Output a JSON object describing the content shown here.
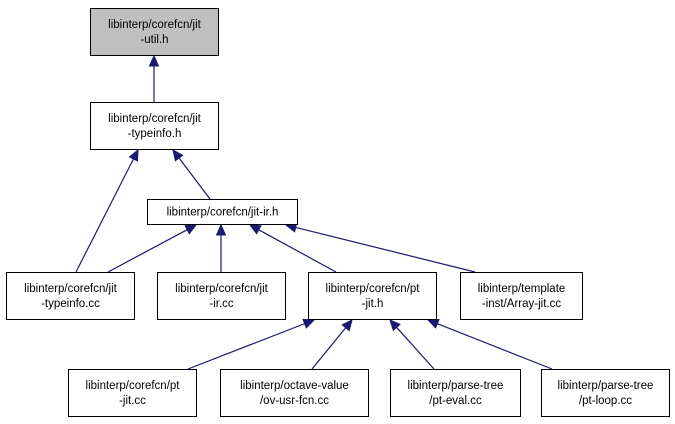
{
  "graph": {
    "nodes": [
      {
        "id": "jit-util-h",
        "lines": [
          "libinterp/corefcn/jit",
          "-util.h"
        ],
        "current": true,
        "interactive": false
      },
      {
        "id": "jit-typeinfo-h",
        "lines": [
          "libinterp/corefcn/jit",
          "-typeinfo.h"
        ],
        "current": false,
        "interactive": true
      },
      {
        "id": "jit-ir-h",
        "lines": [
          "libinterp/corefcn/jit-ir.h"
        ],
        "current": false,
        "interactive": true
      },
      {
        "id": "jit-typeinfo-cc",
        "lines": [
          "libinterp/corefcn/jit",
          "-typeinfo.cc"
        ],
        "current": false,
        "interactive": true
      },
      {
        "id": "jit-ir-cc",
        "lines": [
          "libinterp/corefcn/jit",
          "-ir.cc"
        ],
        "current": false,
        "interactive": true
      },
      {
        "id": "pt-jit-h",
        "lines": [
          "libinterp/corefcn/pt",
          "-jit.h"
        ],
        "current": false,
        "interactive": true
      },
      {
        "id": "array-jit-cc",
        "lines": [
          "libinterp/template",
          "-inst/Array-jit.cc"
        ],
        "current": false,
        "interactive": true
      },
      {
        "id": "pt-jit-cc",
        "lines": [
          "libinterp/corefcn/pt",
          "-jit.cc"
        ],
        "current": false,
        "interactive": true
      },
      {
        "id": "ov-usr-fcn-cc",
        "lines": [
          "libinterp/octave-value",
          "/ov-usr-fcn.cc"
        ],
        "current": false,
        "interactive": true
      },
      {
        "id": "pt-eval-cc",
        "lines": [
          "libinterp/parse-tree",
          "/pt-eval.cc"
        ],
        "current": false,
        "interactive": true
      },
      {
        "id": "pt-loop-cc",
        "lines": [
          "libinterp/parse-tree",
          "/pt-loop.cc"
        ],
        "current": false,
        "interactive": true
      }
    ],
    "edges": [
      {
        "from": "jit-typeinfo-h",
        "to": "jit-util-h"
      },
      {
        "from": "jit-ir-h",
        "to": "jit-typeinfo-h"
      },
      {
        "from": "jit-typeinfo-cc",
        "to": "jit-typeinfo-h"
      },
      {
        "from": "jit-typeinfo-cc",
        "to": "jit-ir-h"
      },
      {
        "from": "jit-ir-cc",
        "to": "jit-ir-h"
      },
      {
        "from": "pt-jit-h",
        "to": "jit-ir-h"
      },
      {
        "from": "array-jit-cc",
        "to": "jit-ir-h"
      },
      {
        "from": "pt-jit-cc",
        "to": "pt-jit-h"
      },
      {
        "from": "ov-usr-fcn-cc",
        "to": "pt-jit-h"
      },
      {
        "from": "pt-eval-cc",
        "to": "pt-jit-h"
      },
      {
        "from": "pt-loop-cc",
        "to": "pt-jit-h"
      }
    ],
    "colors": {
      "edge": "#191970",
      "current_fill": "#bfbfbf",
      "node_fill": "#ffffff",
      "border": "#000000"
    }
  }
}
